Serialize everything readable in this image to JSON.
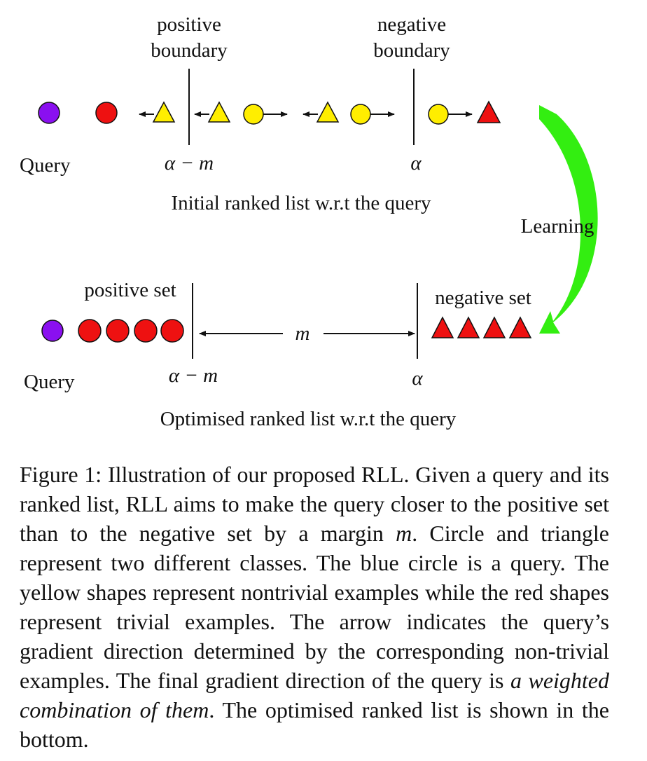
{
  "colors": {
    "query": "#8a10f0",
    "trivial": "#ee1111",
    "nontrivial": "#ffee00",
    "learning_arrow": "#33ee11",
    "ink": "#111111"
  },
  "top_panel": {
    "positive_boundary_line1": "positive",
    "positive_boundary_line2": "boundary",
    "negative_boundary_line1": "negative",
    "negative_boundary_line2": "boundary",
    "query_label": "Query",
    "alpha_minus_m": "α − m",
    "alpha": "α",
    "caption": "Initial ranked list  w.r.t the query"
  },
  "learning_label": "Learning",
  "bottom_panel": {
    "positive_set_label": "positive set",
    "negative_set_label": "negative set",
    "margin_label": "m",
    "query_label": "Query",
    "alpha_minus_m": "α − m",
    "alpha": "α",
    "caption": "Optimised ranked list w.r.t the query"
  },
  "figure_caption": {
    "p1": "Figure 1: Illustration of our proposed RLL. Given a query and its ranked list, RLL aims to make the query closer to the positive set than to the negative set by a margin ",
    "m": "m",
    "p2": ". Circle and triangle represent two different classes. The blue circle is a query. The yellow shapes represent nontrivial examples while the red shapes represent trivial examples. The arrow indicates the query’s gradient direction determined by the corresponding non-trivial examples. The final gradient direction of the query is ",
    "italic": "a weighted combination of them",
    "p3": ". The optimised ranked list is shown in the bottom."
  }
}
